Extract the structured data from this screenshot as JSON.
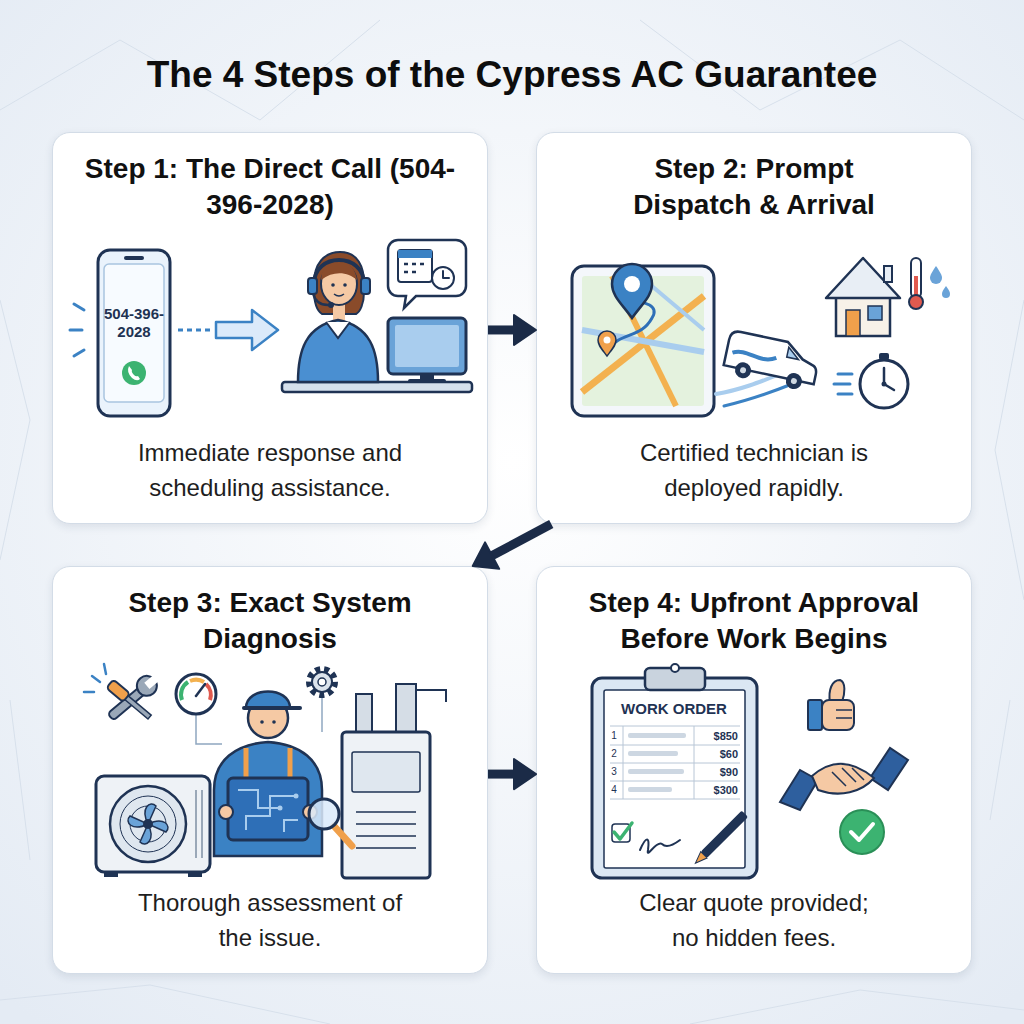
{
  "diagram": {
    "title": "The 4 Steps of the Cypress AC Guarantee",
    "nodes": [
      {
        "text": [
          "Step 1: The Direct Call (504-396-2028)",
          "Immediate response and scheduling assistance."
        ]
      },
      {
        "text": [
          "Step 2: Prompt Dispatch & Arrival",
          "Certified technician is deployed rapidly."
        ]
      },
      {
        "text": [
          "Step 3: Exact System Diagnosis",
          "Thorough assessment of the issue."
        ]
      },
      {
        "text": [
          "Step 4: Upfront Approval Before Work Begins",
          "Clear quote provided; no hidden fees."
        ]
      }
    ],
    "edges": [
      {
        "from": 0,
        "to": 1,
        "arrow": "to"
      },
      {
        "from": 1,
        "to": 2,
        "arrow": "to"
      },
      {
        "from": 2,
        "to": 3,
        "arrow": "to"
      }
    ],
    "labels": [
      "504-396- 2028",
      "WORK ORDER",
      "1",
      "$850",
      "2",
      "$60",
      "3",
      "$90",
      "4",
      "$300"
    ]
  }
}
